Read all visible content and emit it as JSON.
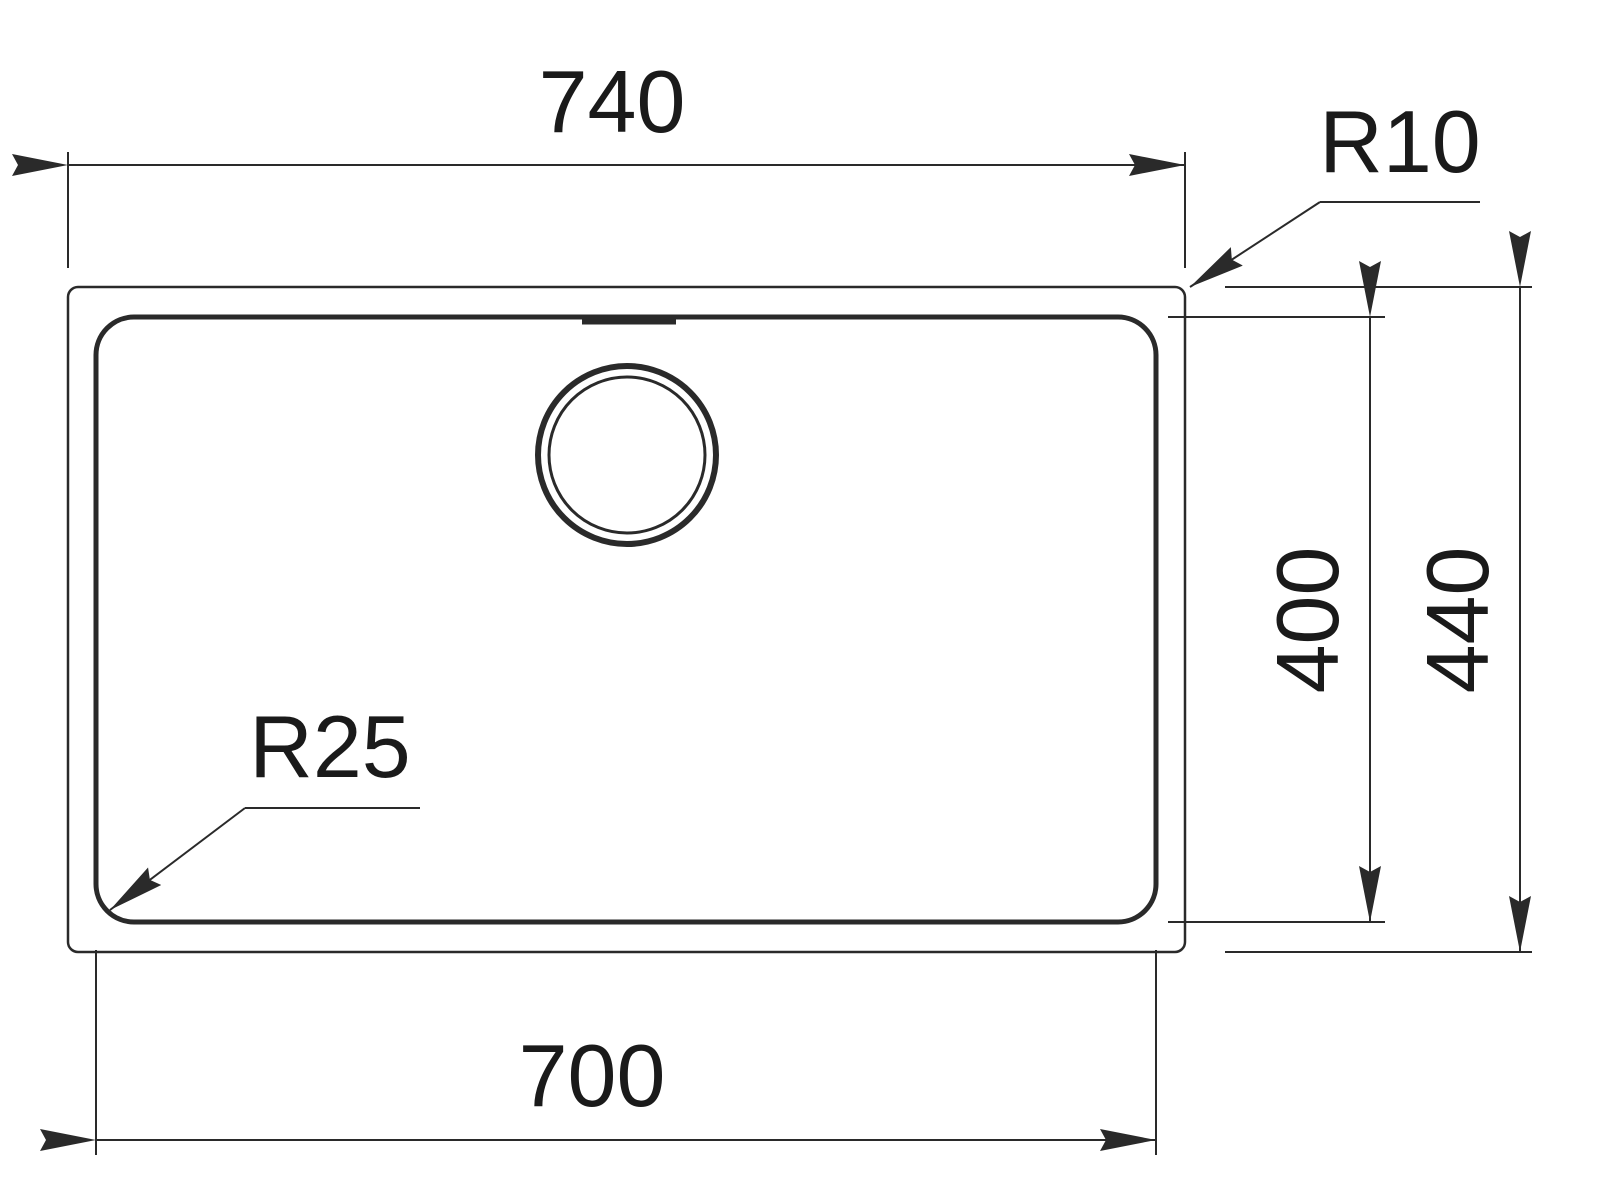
{
  "dimensions": {
    "overall_width": "740",
    "overall_height": "440",
    "bowl_width": "700",
    "bowl_height": "400",
    "corner_radius_outer": "R10",
    "corner_radius_bowl": "R25"
  },
  "colors": {
    "stroke": "#2a2a2a",
    "text": "#1a1a1a",
    "background": "#ffffff"
  }
}
